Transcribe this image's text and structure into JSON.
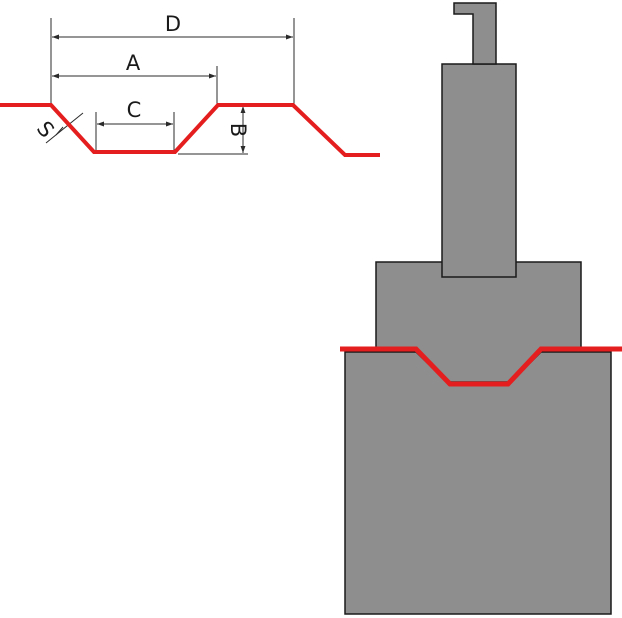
{
  "labels": {
    "d": "D",
    "a": "A",
    "c": "C",
    "b": "B",
    "s": "S"
  },
  "colors": {
    "sheet": "#e41e1e",
    "tool_fill": "#8e8e8e",
    "outline": "#1a1a1a",
    "dimension": "#2b2b2b",
    "background": "#ffffff"
  }
}
